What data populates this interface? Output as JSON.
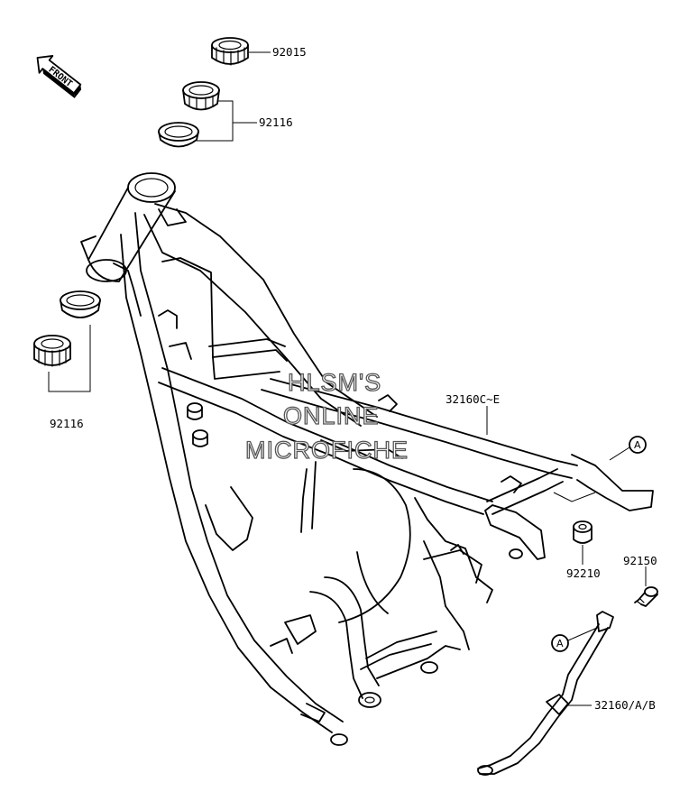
{
  "diagram": {
    "front_label": "FRONT",
    "watermark": [
      "HLSM'S",
      "ONLINE",
      "MICROFICHE"
    ],
    "part_labels": {
      "p92015": "92015",
      "p92116_upper": "92116",
      "p92116_lower": "92116",
      "p32160c_e": "32160C~E",
      "p92210": "92210",
      "p92150": "92150",
      "p32160_a_b": "32160/A/B"
    },
    "callouts": {
      "upper": "A",
      "lower": "A"
    }
  }
}
